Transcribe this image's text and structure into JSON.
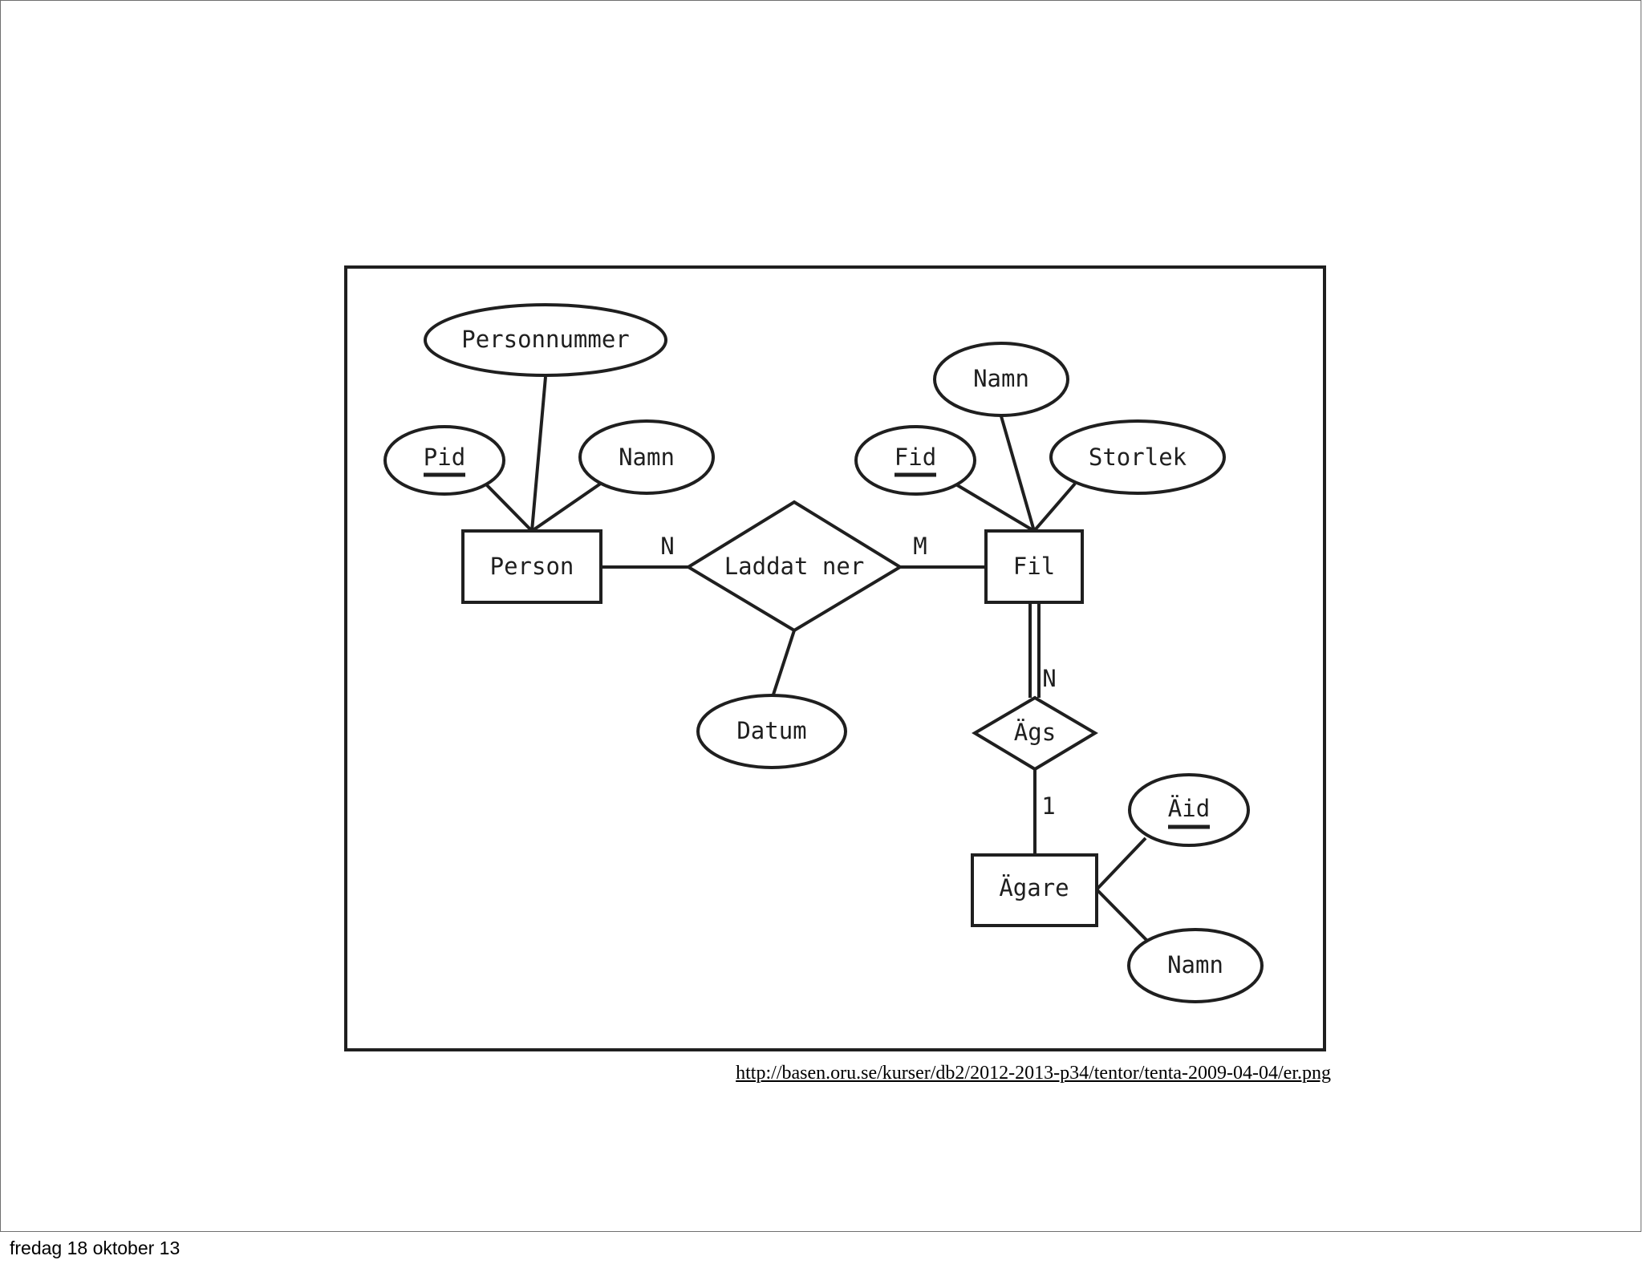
{
  "diagram": {
    "entities": {
      "person": "Person",
      "fil": "Fil",
      "agare": "Ägare"
    },
    "relationships": {
      "laddat_ner": "Laddat ner",
      "ags": "Ägs"
    },
    "attributes": {
      "personnummer": "Personnummer",
      "pid": "Pid",
      "person_namn": "Namn",
      "datum": "Datum",
      "fil_namn": "Namn",
      "fid": "Fid",
      "storlek": "Storlek",
      "aid": "Äid",
      "agare_namn": "Namn"
    },
    "cardinalities": {
      "person_laddat": "N",
      "laddat_fil": "M",
      "fil_ags": "N",
      "ags_agare": "1"
    }
  },
  "source_url": "http://basen.oru.se/kurser/db2/2012-2013-p34/tentor/tenta-2009-04-04/er.png",
  "footer_date": "fredag 18 oktober 13"
}
